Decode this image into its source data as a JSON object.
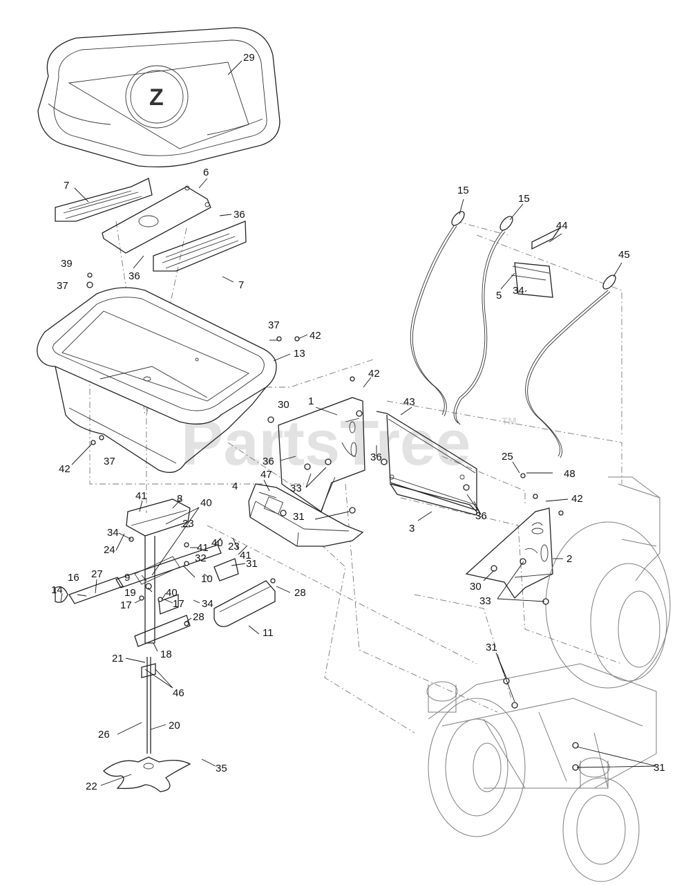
{
  "watermark": {
    "text": "PartsTree",
    "tm": "TM"
  },
  "logo": {
    "letter": "Z"
  },
  "callouts": [
    {
      "id": "c29",
      "text": "29"
    },
    {
      "id": "c6",
      "text": "6"
    },
    {
      "id": "c7a",
      "text": "7"
    },
    {
      "id": "c36a",
      "text": "36"
    },
    {
      "id": "c36b",
      "text": "36"
    },
    {
      "id": "c7b",
      "text": "7"
    },
    {
      "id": "c39",
      "text": "39"
    },
    {
      "id": "c37a",
      "text": "37"
    },
    {
      "id": "c37b",
      "text": "37"
    },
    {
      "id": "c42a",
      "text": "42"
    },
    {
      "id": "c13",
      "text": "13"
    },
    {
      "id": "c42b",
      "text": "42"
    },
    {
      "id": "c37c",
      "text": "37"
    },
    {
      "id": "c15a",
      "text": "15"
    },
    {
      "id": "c15b",
      "text": "15"
    },
    {
      "id": "c44",
      "text": "44"
    },
    {
      "id": "c45",
      "text": "45"
    },
    {
      "id": "c5",
      "text": "5"
    },
    {
      "id": "c34a",
      "text": "34"
    },
    {
      "id": "c42c",
      "text": "42"
    },
    {
      "id": "c30a",
      "text": "30"
    },
    {
      "id": "c1",
      "text": "1"
    },
    {
      "id": "c43",
      "text": "43"
    },
    {
      "id": "c36c",
      "text": "36"
    },
    {
      "id": "c36d",
      "text": "36"
    },
    {
      "id": "c33a",
      "text": "33"
    },
    {
      "id": "c47",
      "text": "47"
    },
    {
      "id": "c4",
      "text": "4"
    },
    {
      "id": "c31a",
      "text": "31"
    },
    {
      "id": "c3",
      "text": "3"
    },
    {
      "id": "c36e",
      "text": "36"
    },
    {
      "id": "c25",
      "text": "25"
    },
    {
      "id": "c48",
      "text": "48"
    },
    {
      "id": "c42d",
      "text": "42"
    },
    {
      "id": "c2",
      "text": "2"
    },
    {
      "id": "c30b",
      "text": "30"
    },
    {
      "id": "c33b",
      "text": "33"
    },
    {
      "id": "c41a",
      "text": "41"
    },
    {
      "id": "c8",
      "text": "8"
    },
    {
      "id": "c40a",
      "text": "40"
    },
    {
      "id": "c34b",
      "text": "34"
    },
    {
      "id": "c23a",
      "text": "23"
    },
    {
      "id": "c24",
      "text": "24"
    },
    {
      "id": "c41b",
      "text": "41"
    },
    {
      "id": "c32",
      "text": "32"
    },
    {
      "id": "c40b",
      "text": "40"
    },
    {
      "id": "c23b",
      "text": "23"
    },
    {
      "id": "c41c",
      "text": "41"
    },
    {
      "id": "c31b",
      "text": "31"
    },
    {
      "id": "c27",
      "text": "27"
    },
    {
      "id": "c16",
      "text": "16"
    },
    {
      "id": "c10",
      "text": "10"
    },
    {
      "id": "c9",
      "text": "9"
    },
    {
      "id": "c14",
      "text": "14"
    },
    {
      "id": "c19",
      "text": "19"
    },
    {
      "id": "c40c",
      "text": "40"
    },
    {
      "id": "c34c",
      "text": "34"
    },
    {
      "id": "c28a",
      "text": "28"
    },
    {
      "id": "c17a",
      "text": "17"
    },
    {
      "id": "c17b",
      "text": "17"
    },
    {
      "id": "c28b",
      "text": "28"
    },
    {
      "id": "c11",
      "text": "11"
    },
    {
      "id": "c18",
      "text": "18"
    },
    {
      "id": "c21",
      "text": "21"
    },
    {
      "id": "c46",
      "text": "46"
    },
    {
      "id": "c20",
      "text": "20"
    },
    {
      "id": "c26",
      "text": "26"
    },
    {
      "id": "c35",
      "text": "35"
    },
    {
      "id": "c22",
      "text": "22"
    },
    {
      "id": "c31c",
      "text": "31"
    },
    {
      "id": "c31d",
      "text": "31"
    }
  ]
}
